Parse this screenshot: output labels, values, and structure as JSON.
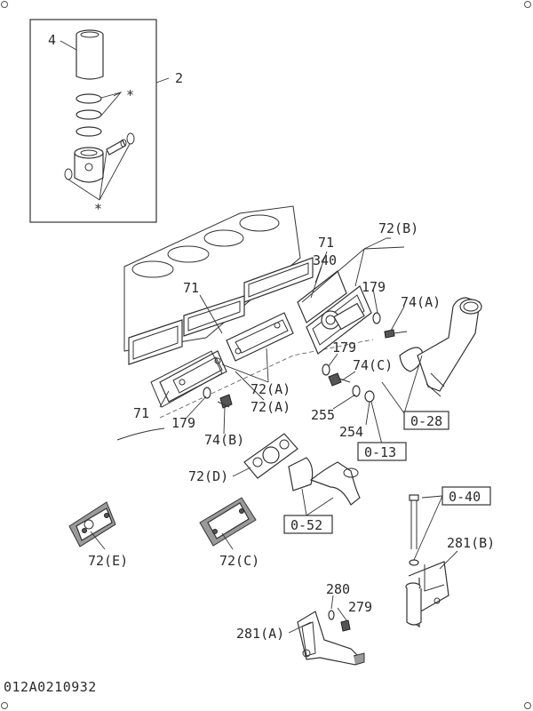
{
  "drawing_id": "012A0210932",
  "callouts": {
    "c4": "4",
    "c2": "2",
    "star_top": "*",
    "star_bottom": "*",
    "c71_top": "71",
    "c72b_top": "72(B)",
    "c340": "340",
    "c71_mid": "71",
    "c179_top": "179",
    "c74a": "74(A)",
    "c179_mid": "179",
    "c74c": "74(C)",
    "c72a_1": "72(A)",
    "c72a_2": "72(A)",
    "c71_left": "71",
    "c179_left": "179",
    "c74b": "74(B)",
    "c255": "255",
    "c254": "254",
    "ref_028": "0-28",
    "ref_013": "0-13",
    "c72d": "72(D)",
    "ref_052": "0-52",
    "ref_040": "0-40",
    "c281b": "281(B)",
    "c72e": "72(E)",
    "c72c": "72(C)",
    "c280": "280",
    "c279": "279",
    "c281a": "281(A)"
  }
}
